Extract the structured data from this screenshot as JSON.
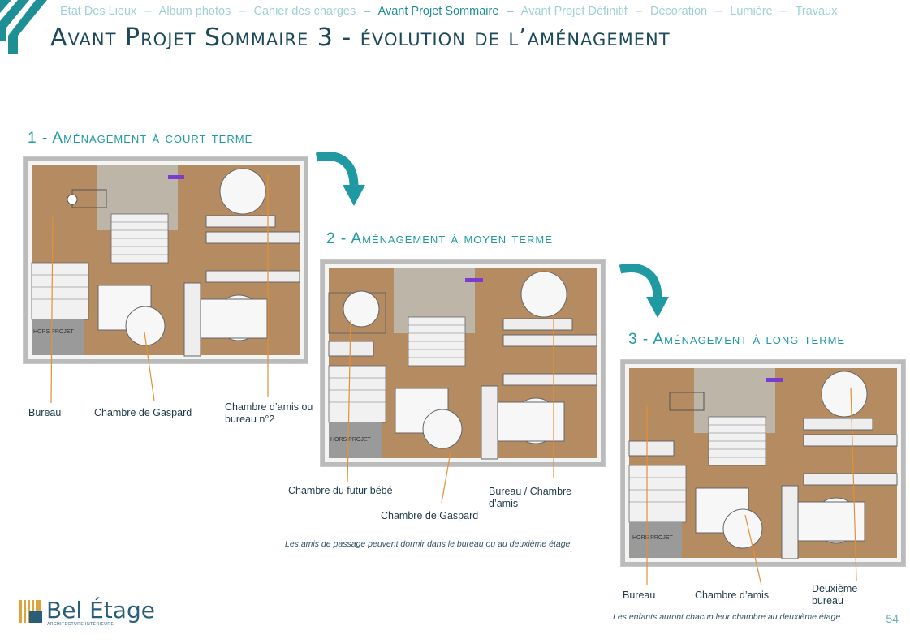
{
  "breadcrumb": {
    "items": [
      "Etat Des Lieux",
      "Album photos",
      "Cahier des charges",
      "Avant Projet Sommaire",
      "Avant Projet Définitif",
      "Décoration",
      "Lumière",
      "Travaux"
    ],
    "separator": "–"
  },
  "page_title": "Avant Projet Sommaire 3 - évolution de l’aménagement",
  "sections": {
    "s1": {
      "title": "1 - Aménagement à court terme",
      "labels": [
        "Bureau",
        "Chambre de Gaspard",
        "Chambre d’amis ou bureau n°2"
      ],
      "hors_projet": "HORS PROJET"
    },
    "s2": {
      "title": "2 - Aménagement à moyen terme",
      "labels": [
        "Chambre du futur bébé",
        "Chambre de Gaspard",
        "Bureau / Chambre d’amis"
      ],
      "note": "Les amis de passage peuvent dormir dans le bureau ou au deuxième étage.",
      "hors_projet": "HORS PROJET"
    },
    "s3": {
      "title": "3 - Aménagement à long terme",
      "labels": [
        "Bureau",
        "Chambre d’amis",
        "Deuxième bureau"
      ],
      "note": "Les enfants auront chacun leur chambre au deuxième étage.",
      "hors_projet": "HORS PROJET"
    }
  },
  "brand": {
    "name": "Bel Étage",
    "tagline": "ARCHITECTURE INTÉRIEURE"
  },
  "page_number": "54",
  "colors": {
    "accent": "#1f9aa2",
    "floor": "#b58b62",
    "title": "#1c4a5a",
    "annotation_line": "#e0913a"
  }
}
